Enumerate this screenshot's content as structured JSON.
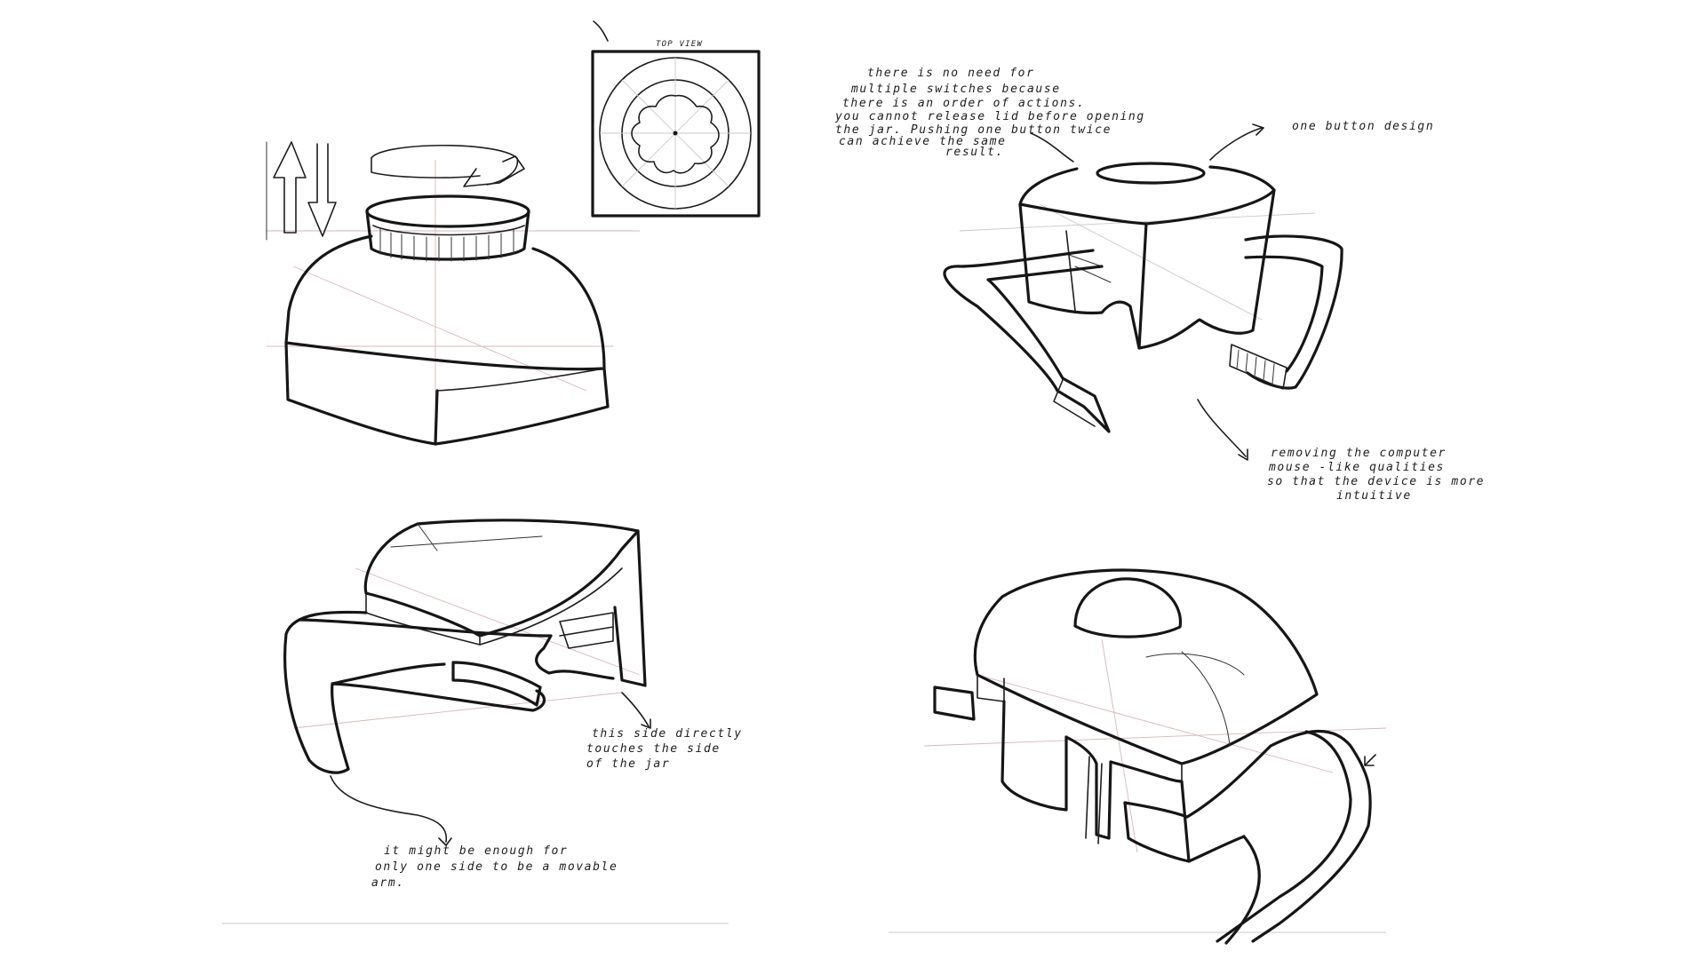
{
  "annotations": {
    "top_view": "TOP VIEW",
    "switches_note": [
      "there is no need for",
      "multiple switches because",
      "there is an order of actions.",
      "you cannot release lid before opening",
      "the jar. Pushing one button twice",
      "can achieve the same",
      "result."
    ],
    "one_button": "one button design",
    "mouse_note": [
      "removing the computer",
      "mouse -like qualities",
      "so that the device is more",
      "intuitive"
    ],
    "jar_side_note": [
      "this side directly",
      "touches the side",
      "of the jar"
    ],
    "movable_arm_note": [
      "it might be enough for",
      "only one side to be a movable",
      "arm."
    ]
  },
  "colors": {
    "ink": "#161616",
    "construction_line": "#d9b7b7",
    "paper": "#ffffff"
  }
}
